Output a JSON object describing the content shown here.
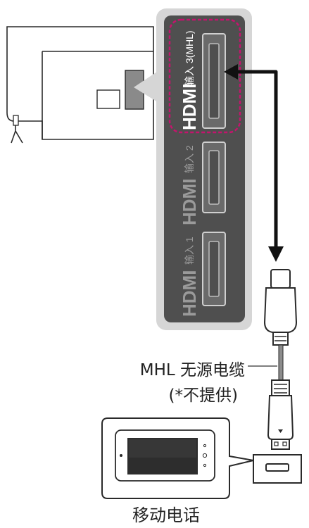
{
  "panel": {
    "hdmi_logo": "HDMI",
    "ports": [
      {
        "label": "输入 3(MHL)",
        "highlighted": true
      },
      {
        "label": "输入 2",
        "highlighted": false
      },
      {
        "label": "输入 1",
        "highlighted": false
      }
    ]
  },
  "cable": {
    "name": "MHL 无源电缆",
    "note": "(*不提供)"
  },
  "device": {
    "label": "移动电话"
  },
  "colors": {
    "panel_dark": "#4f4f4f",
    "panel_light": "#d6d6d6",
    "highlight_dashes": "#c4146d",
    "outline": "#2a2a2a"
  }
}
